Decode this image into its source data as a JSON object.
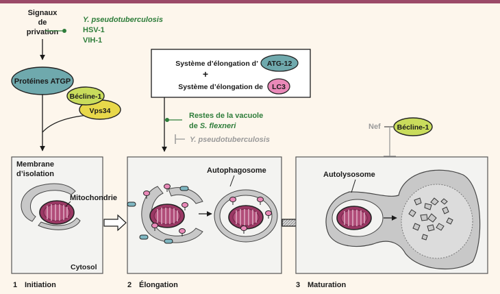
{
  "signals": {
    "line1": "Signaux",
    "line2": "de",
    "line3": "privation"
  },
  "pathogens_top": {
    "yersinia": "Y. pseudotuberculosis",
    "hsv": "HSV-1",
    "vih": "VIH-1"
  },
  "proteins": {
    "atg": "Protéines ATGP",
    "becline": "Bécline-1",
    "vps34": "Vps34"
  },
  "elongation_box": {
    "line1": "Système d’élongation d’",
    "atg12": "ATG-12",
    "plus": "+",
    "line2": "Système d’élongation de",
    "lc3": "LC3"
  },
  "shigella": {
    "line1": "Restes de la vacuole",
    "line2_prefix": "de ",
    "line2_italic": "S. flexneri"
  },
  "yersinia_gray": "Y. pseudotuberculosis",
  "nef": {
    "label": "Nef",
    "becline": "Bécline-1"
  },
  "panel1": {
    "membrane1": "Membrane",
    "membrane2": "d’isolation",
    "mito": "Mitochondrie",
    "cytosol": "Cytosol",
    "num": "1",
    "caption": "Initiation"
  },
  "panel2": {
    "autophagosome": "Autophagosome",
    "num": "2",
    "caption": "Élongation"
  },
  "panel3": {
    "autolysosome": "Autolysosome",
    "num": "3",
    "caption": "Maturation"
  },
  "colors": {
    "header": "#9b4a68",
    "background": "#fdf6ec",
    "green_text": "#2e7d3a",
    "teal": "#6fa9ad",
    "yellow_green": "#c9dc5c",
    "yellow": "#e8d84a",
    "pink": "#e989b8",
    "mito": "#9a3864",
    "membrane": "#c8c8c8"
  }
}
